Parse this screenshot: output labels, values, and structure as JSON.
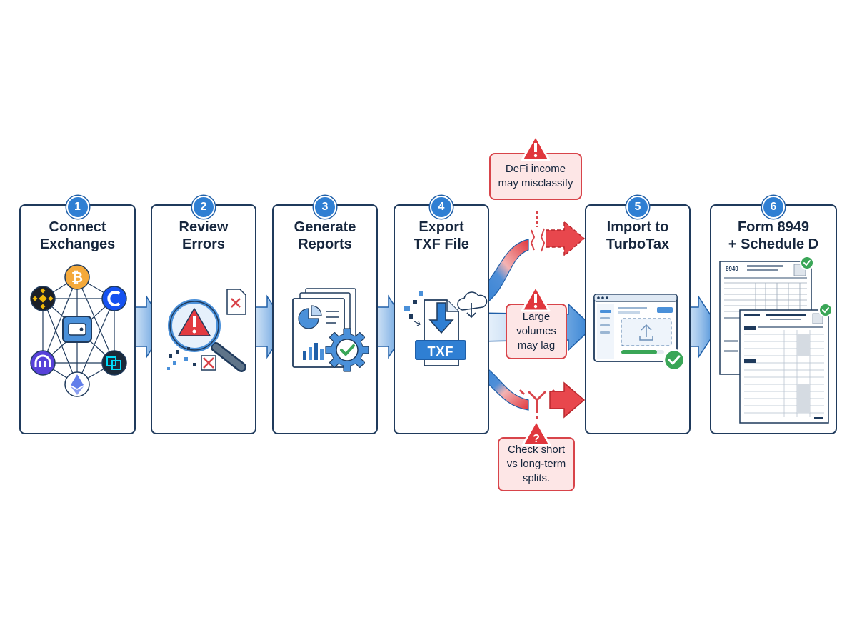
{
  "steps": [
    {
      "number": "1",
      "title": "Connect\nExchanges"
    },
    {
      "number": "2",
      "title": "Review\nErrors"
    },
    {
      "number": "3",
      "title": "Generate\nReports"
    },
    {
      "number": "4",
      "title": "Export\nTXF File"
    },
    {
      "number": "5",
      "title": "Import to\nTurboTax"
    },
    {
      "number": "6",
      "title": "Form 8949\n+ Schedule D"
    }
  ],
  "file_badge": "TXF",
  "callouts": {
    "defi": "DeFi income\nmay misclassify",
    "volumes": "Large\nvolumes\nmay lag",
    "splits": "Check short\nvs long-term\nsplits."
  },
  "form_number": "8949",
  "colors": {
    "accent_blue": "#2f7fd3",
    "outline_navy": "#1f3a5c",
    "warning_red": "#d8444a",
    "warning_fill": "#fde6e6",
    "success_green": "#3aa657",
    "bitcoin_orange": "#f4a93b"
  }
}
